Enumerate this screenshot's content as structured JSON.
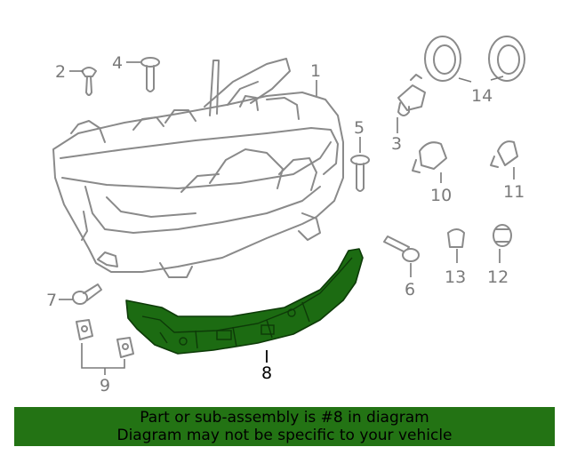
{
  "diagram": {
    "callouts": {
      "c1": "1",
      "c2": "2",
      "c3": "3",
      "c4": "4",
      "c5": "5",
      "c6": "6",
      "c7": "7",
      "c8": "8",
      "c9": "9",
      "c10": "10",
      "c11": "11",
      "c12": "12",
      "c13": "13",
      "c14": "14"
    },
    "highlighted_part": "8",
    "colors": {
      "highlight": "#1c6b12",
      "banner": "#237314",
      "line_art": "#8a8a8a"
    }
  },
  "banner": {
    "line1": "Part or sub-assembly is #8 in diagram",
    "line2": "Diagram may not be specific to your vehicle"
  }
}
